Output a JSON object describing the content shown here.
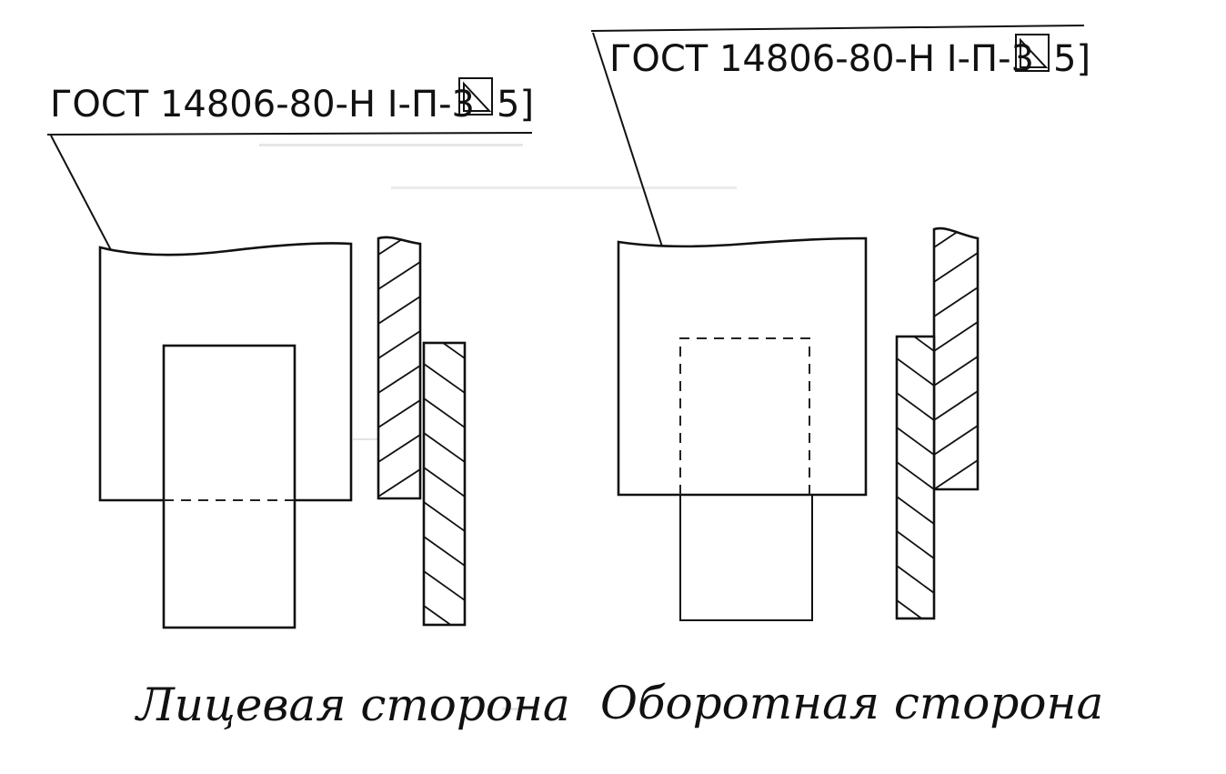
{
  "figure": {
    "left": {
      "callout_label": "ГОСТ 14806-80-Н I-П-3",
      "callout_suffix": "5]",
      "caption": "Лицевая сторона",
      "weld_symbol_icon": "right-triangle-icon"
    },
    "right": {
      "callout_label": "ГОСТ 14806-80-Н I-П-3",
      "callout_suffix": "5]",
      "caption": "Оборотная сторона",
      "weld_symbol_icon": "right-triangle-icon"
    }
  },
  "colors": {
    "ink": "#111111",
    "paper": "#ffffff"
  }
}
